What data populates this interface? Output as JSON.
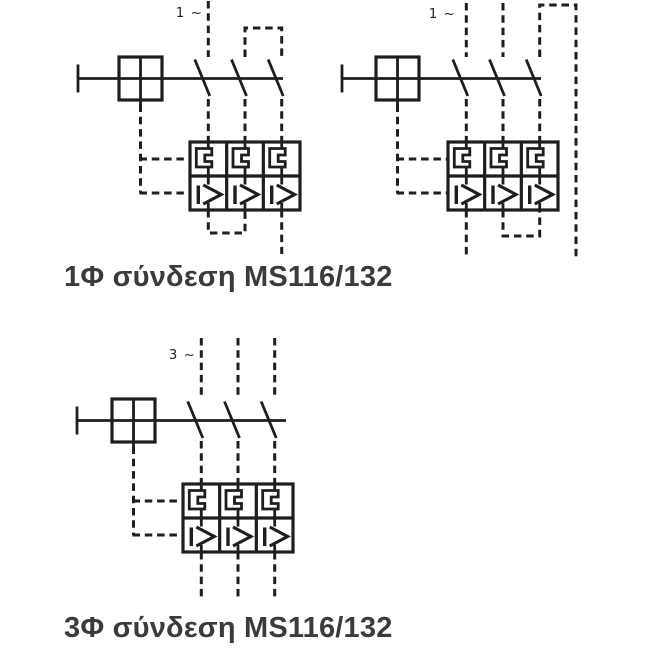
{
  "colors": {
    "background": "#ffffff",
    "line": "#1e1e1e",
    "caption_text": "#3b3b3b"
  },
  "diagrams": [
    {
      "name": "single-phase-connection-diagram-left",
      "phase_label": "1 ~",
      "symbols": {
        "magnetic_trip": "I>",
        "thermal_overload": "thermal overload element"
      }
    },
    {
      "name": "single-phase-connection-diagram-right",
      "phase_label": "1 ~",
      "symbols": {
        "magnetic_trip": "I>",
        "thermal_overload": "thermal overload element"
      }
    },
    {
      "name": "three-phase-connection-diagram",
      "phase_label": "3 ~",
      "symbols": {
        "magnetic_trip": "I>",
        "thermal_overload": "thermal overload element"
      }
    }
  ],
  "captions": [
    {
      "text": "1Φ σύνδεση MS116/132"
    },
    {
      "text": "3Φ σύνδεση MS116/132"
    }
  ]
}
